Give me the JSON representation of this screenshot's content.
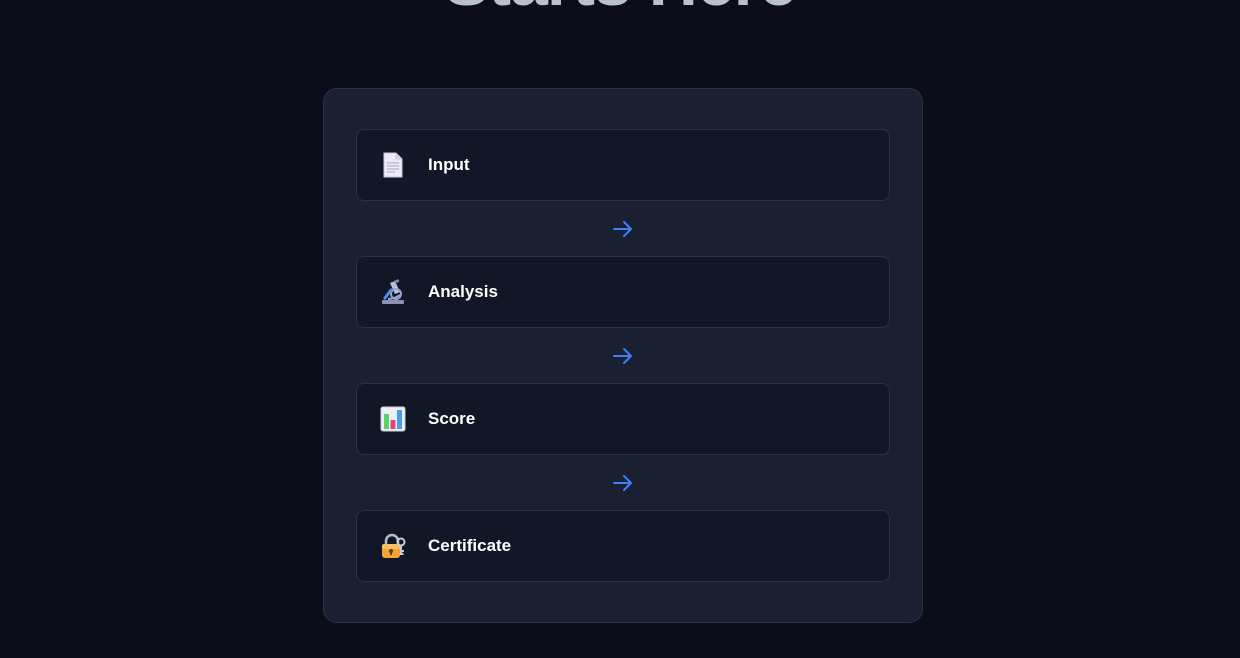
{
  "hero": {
    "title": "Starts Here"
  },
  "flow": {
    "accent_color": "#3b82f6",
    "steps": [
      {
        "label": "Input",
        "icon": "document-icon"
      },
      {
        "label": "Analysis",
        "icon": "microscope-icon"
      },
      {
        "label": "Score",
        "icon": "bar-chart-icon"
      },
      {
        "label": "Certificate",
        "icon": "lock-key-icon"
      }
    ]
  }
}
